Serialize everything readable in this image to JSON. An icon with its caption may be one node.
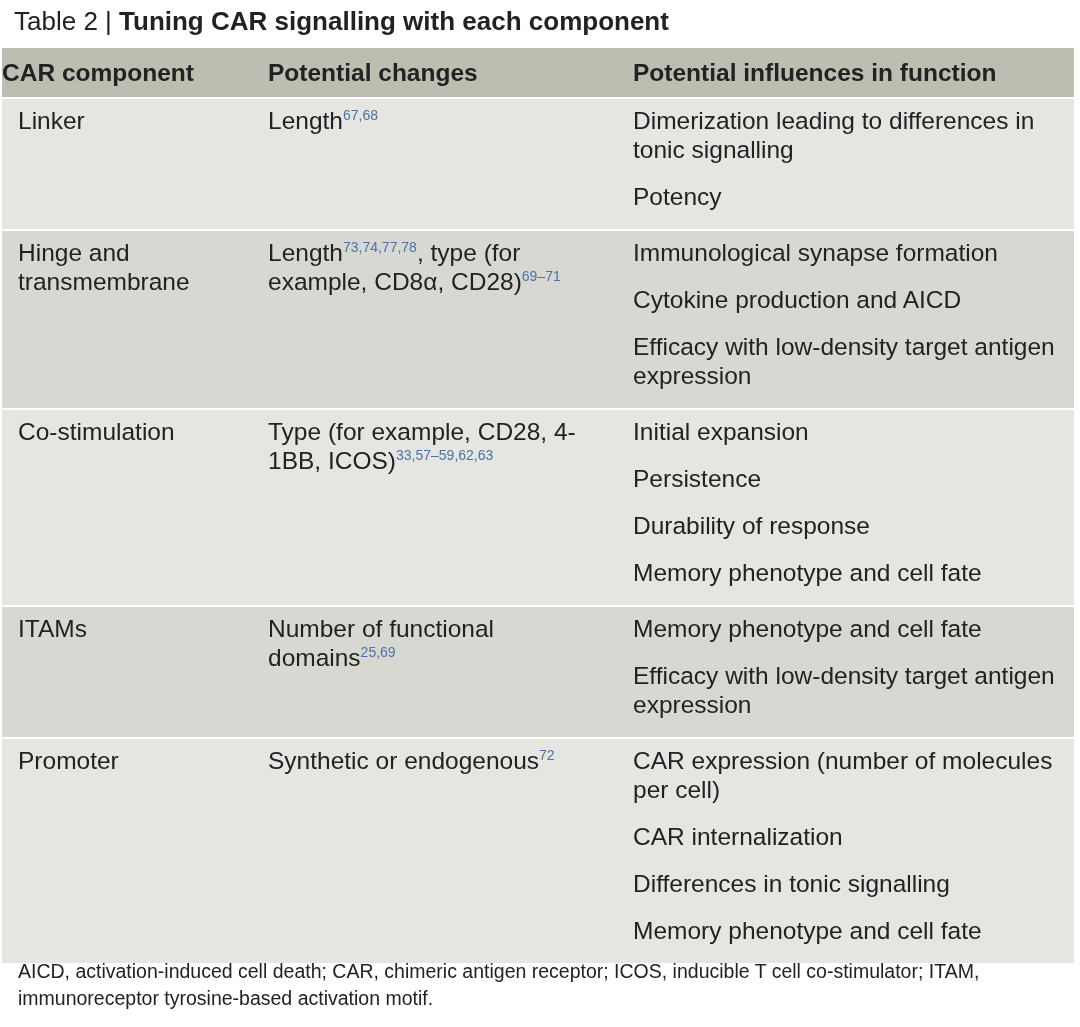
{
  "diagram": {
    "title": "Table 2 | **Tuning CAR signalling with each component**",
    "caption": "AICD, activation-induced cell death; CAR, chimeric antigen receptor; ICOS, inducible T cell co-stimulator; ITAM, immunoreceptor tyrosine-based activation motif.",
    "labels": [
      "CAR component",
      "Potential changes",
      "Potential influences in function",
      "Linker",
      "Length$^{67,68}$",
      "Dimerization leading to differences in tonic signalling",
      "Potency",
      "Hinge and transmembrane",
      "Length$^{73,74,77,78}$, type (for example, CD8α, CD28)$^{69–71}$",
      "Immunological synapse formation",
      "Cytokine production and AICD",
      "Efficacy with low-density target antigen expression",
      "Co-stimulation",
      "Type (for example, CD28, 4-1BB, ICOS)$^{33,57–59,62,63}$",
      "Initial expansion",
      "Persistence",
      "Durability of response",
      "Memory phenotype and cell fate",
      "ITAMs",
      "Number of functional domains$^{25,69}$",
      "Memory phenotype and cell fate",
      "Efficacy with low-density target antigen expression",
      "Promoter",
      "Synthetic or endogenous$^{72}$",
      "CAR expression (number of molecules per cell)",
      "CAR internalization",
      "Differences in tonic signalling",
      "Memory phenotype and cell fate"
    ]
  }
}
